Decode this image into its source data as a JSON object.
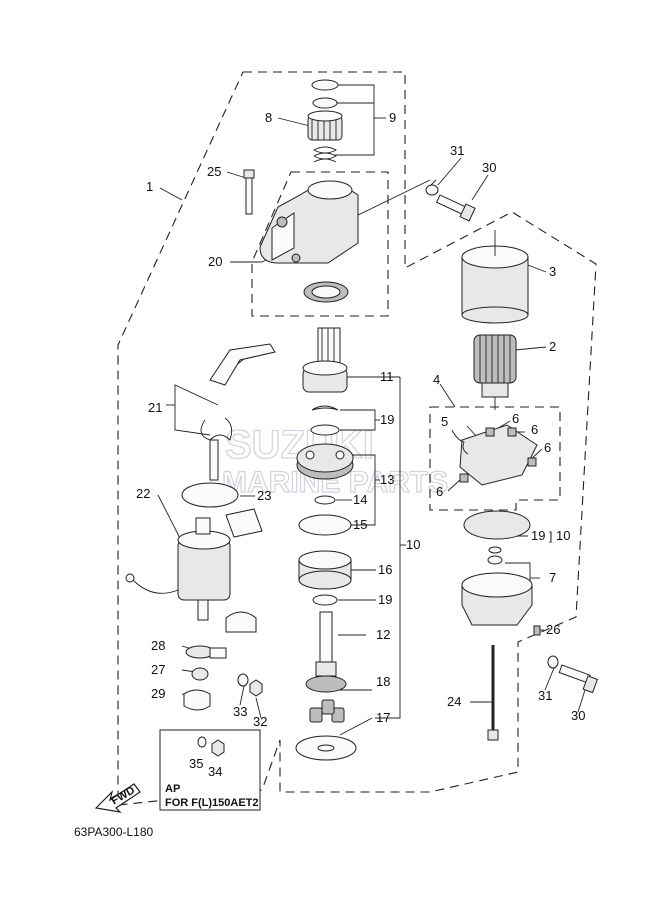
{
  "diagram": {
    "code": "63PA300-L180",
    "note": {
      "line1": "AP",
      "line2": "FOR F(L)150AET2"
    },
    "fwd_label": "FWD",
    "watermark": {
      "line1": "SUZUKI",
      "line2": "MARINE PARTS"
    }
  },
  "callouts": {
    "c1": "1",
    "c2": "2",
    "c3": "3",
    "c4": "4",
    "c5": "5",
    "c6a": "6",
    "c6b": "6",
    "c6c": "6",
    "c6d": "6",
    "c7": "7",
    "c8": "8",
    "c9": "9",
    "c10": "10",
    "c11": "11",
    "c12": "12",
    "c13": "13",
    "c14": "14",
    "c15": "15",
    "c16": "16",
    "c17": "17",
    "c18": "18",
    "c19a": "19",
    "c19b": "19",
    "c19c": "19",
    "c19d": "10",
    "c20": "20",
    "c21": "21",
    "c22": "22",
    "c23": "23",
    "c24": "24",
    "c25": "25",
    "c26": "26",
    "c27": "27",
    "c28": "28",
    "c29": "29",
    "c30a": "30",
    "c30b": "30",
    "c31a": "31",
    "c31b": "31",
    "c32": "32",
    "c33": "33",
    "c34": "34",
    "c35": "35"
  }
}
